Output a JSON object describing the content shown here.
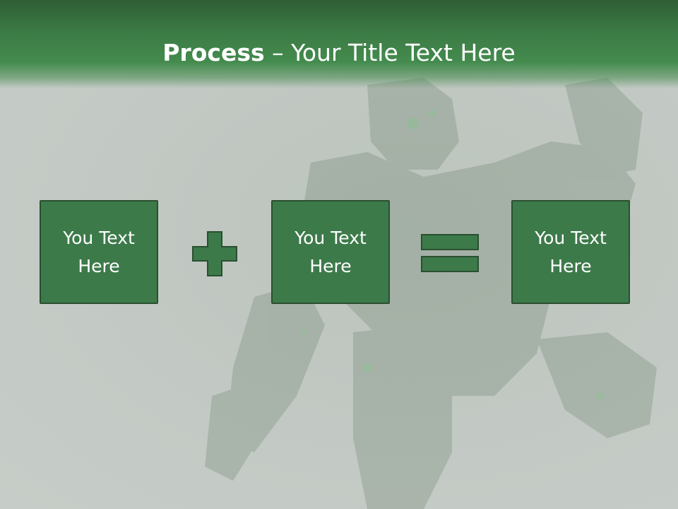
{
  "header": {
    "title_bold": "Process",
    "title_rest": " – Your Title Text Here"
  },
  "process": {
    "boxes": [
      {
        "label": "You Text Here"
      },
      {
        "label": "You Text Here"
      },
      {
        "label": "You Text Here"
      }
    ],
    "operators": [
      "plus-icon",
      "equals-icon"
    ]
  },
  "colors": {
    "header_green": "#448b4e",
    "box_fill": "#3d7a4a",
    "box_border": "#2a4f31",
    "background": "#c3c9c4"
  }
}
